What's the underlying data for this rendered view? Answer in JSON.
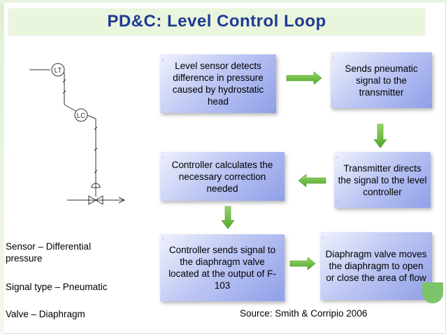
{
  "slide": {
    "title": "PD&C: Level Control Loop",
    "boxes": [
      "Level sensor detects difference in pressure caused by hydrostatic head",
      "Sends pneumatic signal to the transmitter",
      "Transmitter directs the signal to the level controller",
      "Controller calculates the necessary correction needed",
      "Controller sends signal to the diaphragm valve located at the output of F-103",
      "Diaphragm valve moves the diaphragm to open or close the area of flow"
    ],
    "legend": {
      "sensor": "Sensor – Differential pressure",
      "signal": "Signal type – Pneumatic",
      "valve": "Valve – Diaphragm"
    },
    "source": "Source: Smith & Corripio 2006",
    "instruments": {
      "lt": "LT",
      "lc": "LC"
    },
    "colors": {
      "title": "#1f3a93",
      "title_bar": "#e9f5dc",
      "arrow": "#6fbf3a",
      "box_gradient_end": "#8f9fe8"
    }
  }
}
